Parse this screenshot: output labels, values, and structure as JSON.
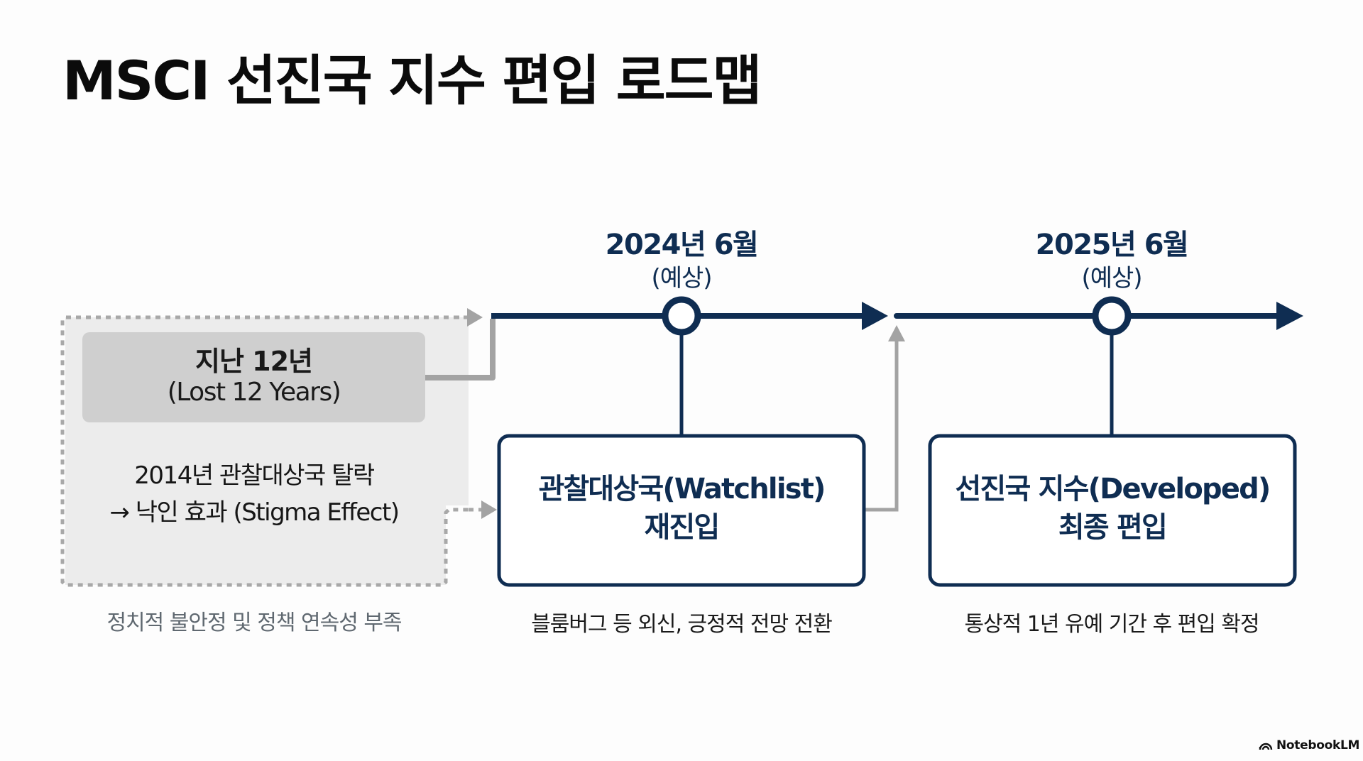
{
  "title": "MSCI 선진국 지수 편입 로드맵",
  "colors": {
    "navy": "#0f2d52",
    "gray_connector": "#a3a3a3",
    "past_fill": "#ececec",
    "past_inner_fill": "#cfcfcf",
    "muted_text": "#5f6870"
  },
  "past": {
    "heading": "지난 12년",
    "heading_en": "(Lost 12 Years)",
    "desc_line1": "2014년 관찰대상국 탈락",
    "desc_line2": "→ 낙인 효과 (Stigma Effect)",
    "caption": "정치적 불안정 및 정책 연속성 부족"
  },
  "milestones": [
    {
      "date": "2024년 6월",
      "note": "(예상)",
      "box_line1": "관찰대상국(Watchlist)",
      "box_line2": "재진입",
      "caption": "블룸버그 등 외신, 긍정적 전망 전환"
    },
    {
      "date": "2025년 6월",
      "note": "(예상)",
      "box_line1": "선진국 지수(Developed)",
      "box_line2": "최종 편입",
      "caption": "통상적 1년 유예 기간 후 편입 확정"
    }
  ],
  "brand": {
    "icon": "notebooklm-logo-icon",
    "label": "NotebookLM"
  }
}
